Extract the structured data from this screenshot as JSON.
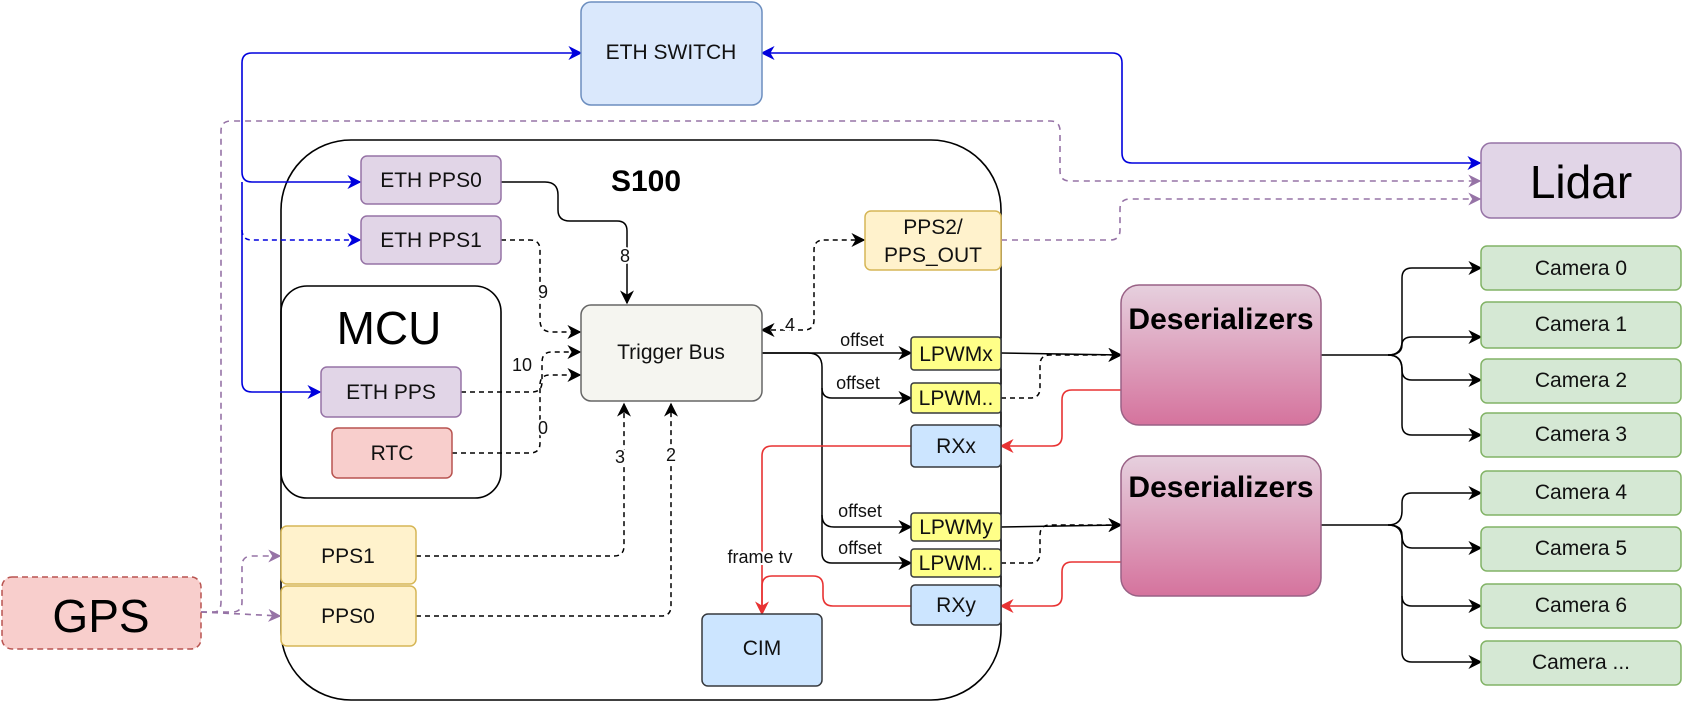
{
  "diagram": {
    "soc_label": "S100",
    "mcu_label": "MCU",
    "eth_switch": "ETH SWITCH",
    "lidar": "Lidar",
    "gps": "GPS",
    "eth_pps0": "ETH PPS0",
    "eth_pps1": "ETH PPS1",
    "mcu_eth_pps": "ETH PPS",
    "rtc": "RTC",
    "trigger_bus": "Trigger Bus",
    "pps2_line1": "PPS2/",
    "pps2_line2": "PPS_OUT",
    "pps1": "PPS1",
    "pps0": "PPS0",
    "lpwm_x": "LPWMx",
    "lpwm_x2": "LPWM..",
    "rx_x": "RXx",
    "lpwm_y": "LPWMy",
    "lpwm_y2": "LPWM..",
    "rx_y": "RXy",
    "cim": "CIM",
    "frame_tv": "frame tv",
    "deserializer_top": "Deserializers",
    "deserializer_bottom": "Deserializers",
    "offset_labels": [
      "offset",
      "offset",
      "offset",
      "offset"
    ],
    "edge_numbers": {
      "n8": "8",
      "n9": "9",
      "n10": "10",
      "n0": "0",
      "n3": "3",
      "n2": "2",
      "n4": "4"
    },
    "cameras": [
      "Camera 0",
      "Camera 1",
      "Camera 2",
      "Camera 3",
      "Camera 4",
      "Camera 5",
      "Camera 6",
      "Camera ..."
    ]
  },
  "colors": {
    "blue_link": "#0000dd",
    "purple_dashed": "#9673a6",
    "red_link": "#e83232",
    "black": "#000000"
  }
}
